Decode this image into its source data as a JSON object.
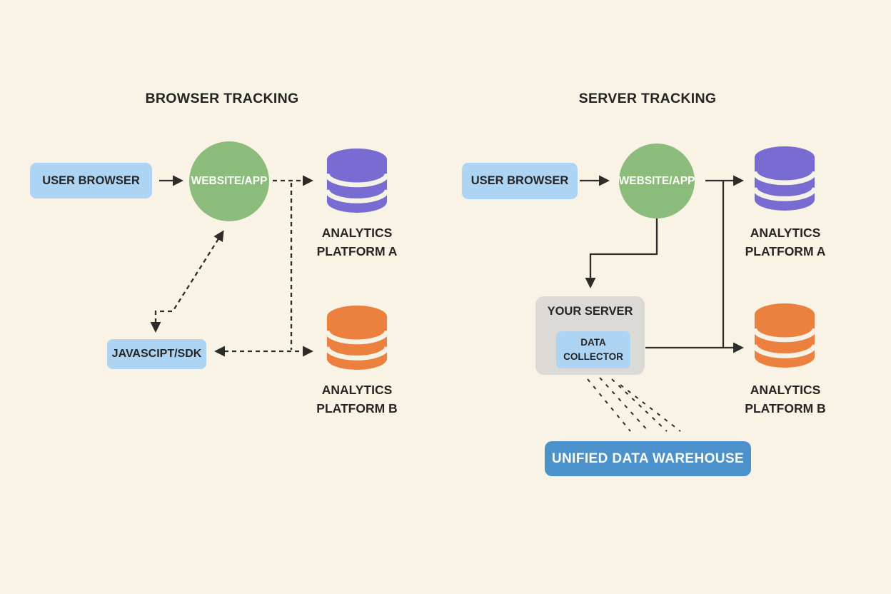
{
  "colors": {
    "background": "#f8f3e4",
    "box_blue": "#add5f3",
    "circle_green": "#8bbc7c",
    "db_purple": "#786bd1",
    "db_orange": "#ec803f",
    "server_gray": "#dbdad6",
    "warehouse_blue": "#4b91cb",
    "line_dark": "#2d2c2a",
    "text_dark": "#262524",
    "text_white": "#fdfdfa",
    "band_cream": "#f6f2e6"
  },
  "panels": {
    "browser_tracking": {
      "title": "BROWSER TRACKING",
      "user_browser_label": "USER BROWSER",
      "website_app_label": "WEBSITE/APP",
      "javascript_sdk_label": "JAVASCIPT/SDK",
      "platform_a": [
        "ANALYTICS",
        "PLATFORM A"
      ],
      "platform_b": [
        "ANALYTICS",
        "PLATFORM B"
      ]
    },
    "server_tracking": {
      "title": "SERVER TRACKING",
      "user_browser_label": "USER BROWSER",
      "website_app_label": "WEBSITE/APP",
      "your_server_label": "YOUR SERVER",
      "data_collector_label": "DATA COLLECTOR",
      "platform_a": [
        "ANALYTICS",
        "PLATFORM A"
      ],
      "platform_b": [
        "ANALYTICS",
        "PLATFORM B"
      ],
      "warehouse_label": "UNIFIED DATA WAREHOUSE"
    }
  }
}
